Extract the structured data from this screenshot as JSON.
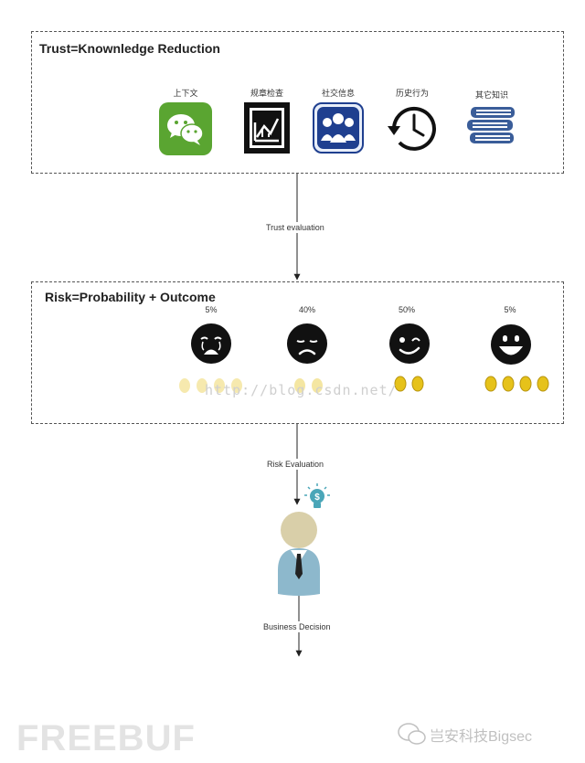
{
  "trust": {
    "title": "Trust=Knownledge Reduction",
    "sources": [
      {
        "label": "上下文",
        "icon": "wechat-icon"
      },
      {
        "label": "规章检查",
        "icon": "chart-icon"
      },
      {
        "label": "社交信息",
        "icon": "social-group-icon"
      },
      {
        "label": "历史行为",
        "icon": "history-clock-icon"
      },
      {
        "label": "其它知识",
        "icon": "books-icon"
      }
    ]
  },
  "edges": {
    "trust_evaluation": "Trust evaluation",
    "risk_evaluation": "Risk Evaluation",
    "business_decision": "Business Decision"
  },
  "risk": {
    "title": "Risk=Probability + Outcome",
    "outcomes": [
      {
        "pct": "5%",
        "face": "crying-face-icon",
        "coins": 4
      },
      {
        "pct": "40%",
        "face": "sad-face-icon",
        "coins": 2
      },
      {
        "pct": "50%",
        "face": "winking-face-icon",
        "coins": 2
      },
      {
        "pct": "5%",
        "face": "grinning-face-icon",
        "coins": 4
      }
    ]
  },
  "watermark": "http://blog.csdn.net/",
  "branding": {
    "left": "FREEBUF",
    "right": "岂安科技Bigsec"
  },
  "colors": {
    "wechat_green": "#5aa531",
    "social_blue": "#1f3f8f",
    "books_blue": "#3a5d99",
    "coin_yellow": "#e6c21a",
    "person_shirt": "#8db8cc",
    "person_head": "#d9cfa9",
    "bulb_teal": "#4aa6b8"
  }
}
